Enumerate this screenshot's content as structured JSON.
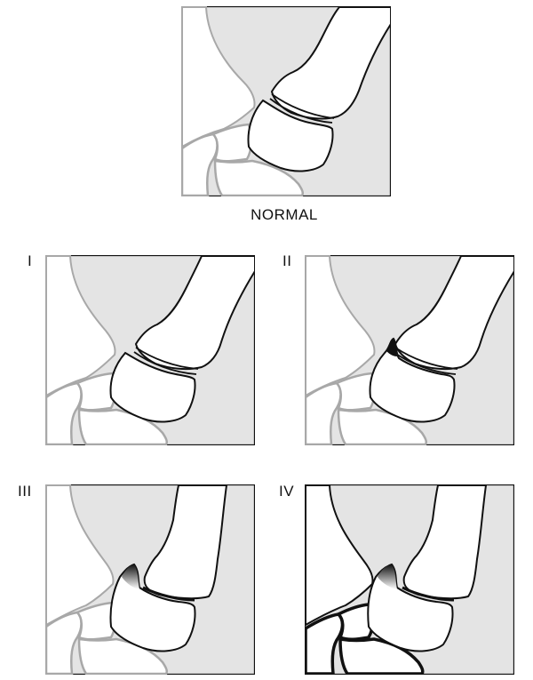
{
  "normal_caption": "NORMAL",
  "stage_labels": [
    "I",
    "II",
    "III",
    "IV"
  ],
  "colors": {
    "background": "#ffffff",
    "panel_fill": "#e4e4e4",
    "outline": "#111111",
    "soft_outline": "#a8a8a8"
  }
}
